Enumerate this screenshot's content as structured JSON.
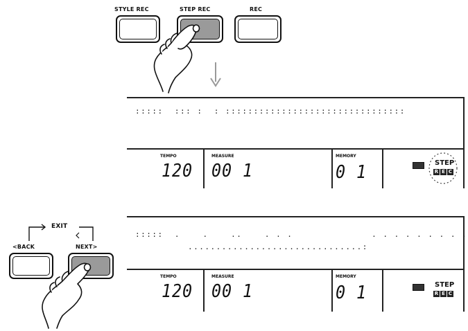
{
  "top_buttons": {
    "style_rec": "STYLE REC",
    "step_rec": "STEP REC",
    "rec": "REC"
  },
  "nav_buttons": {
    "exit": "EXIT",
    "back": "<BACK",
    "next": "NEXT>"
  },
  "display_top": {
    "tempo_label": "TEMPO",
    "tempo_value": "120",
    "measure_label": "MEASURE",
    "measure_value": "00 1",
    "memory_label": "MEMORY",
    "memory_value": "0 1",
    "step_label": "STEP",
    "rec_letters": [
      "R",
      "E",
      "C"
    ]
  },
  "display_bottom": {
    "tempo_label": "TEMPO",
    "tempo_value": "120",
    "measure_label": "MEASURE",
    "measure_value": "00 1",
    "memory_label": "MEMORY",
    "memory_value": "0 1",
    "step_label": "STEP",
    "rec_letters": [
      "R",
      "E",
      "C"
    ]
  },
  "colors": {
    "pressed_button": "#9a9a9a",
    "ink": "#111111"
  }
}
